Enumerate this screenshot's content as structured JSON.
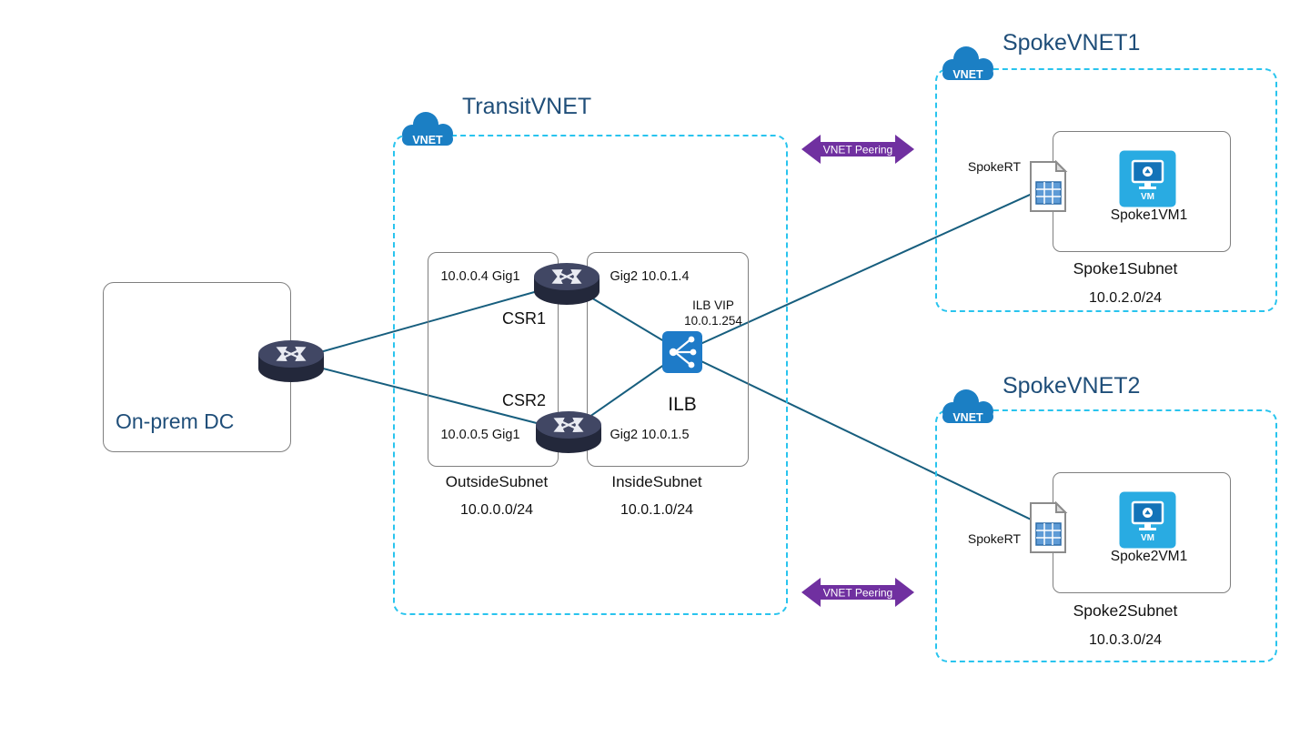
{
  "onprem": {
    "label": "On-prem DC"
  },
  "transit": {
    "title": "TransitVNET",
    "vnet_badge": "VNET",
    "outside_subnet": {
      "name": "OutsideSubnet",
      "cidr": "10.0.0.0/24"
    },
    "inside_subnet": {
      "name": "InsideSubnet",
      "cidr": "10.0.1.0/24"
    },
    "csr1": {
      "name": "CSR1",
      "outside_if": "10.0.0.4 Gig1",
      "inside_if": "Gig2 10.0.1.4"
    },
    "csr2": {
      "name": "CSR2",
      "outside_if": "10.0.0.5 Gig1",
      "inside_if": "Gig2 10.0.1.5"
    },
    "ilb": {
      "name": "ILB",
      "vip_label": "ILB VIP",
      "vip_address": "10.0.1.254"
    }
  },
  "spoke1": {
    "title": "SpokeVNET1",
    "vnet_badge": "VNET",
    "route_table": "SpokeRT",
    "vm": "Spoke1VM1",
    "subnet_name": "Spoke1Subnet",
    "subnet_cidr": "10.0.2.0/24"
  },
  "spoke2": {
    "title": "SpokeVNET2",
    "vnet_badge": "VNET",
    "route_table": "SpokeRT",
    "vm": "Spoke2VM1",
    "subnet_name": "Spoke2Subnet",
    "subnet_cidr": "10.0.3.0/24"
  },
  "peering": {
    "label1": "VNET Peering",
    "label2": "VNET Peering"
  },
  "vm_badge": "VM",
  "colors": {
    "vnet_border": "#29C4EE",
    "title_text": "#1F4E79",
    "peering_purple": "#7030A0",
    "connector": "#175E7E",
    "cloud_blue": "#1B7FC4",
    "ilb_blue": "#1E7BC8",
    "vm_blue": "#29ABE2",
    "router_dark": "#23283B"
  }
}
